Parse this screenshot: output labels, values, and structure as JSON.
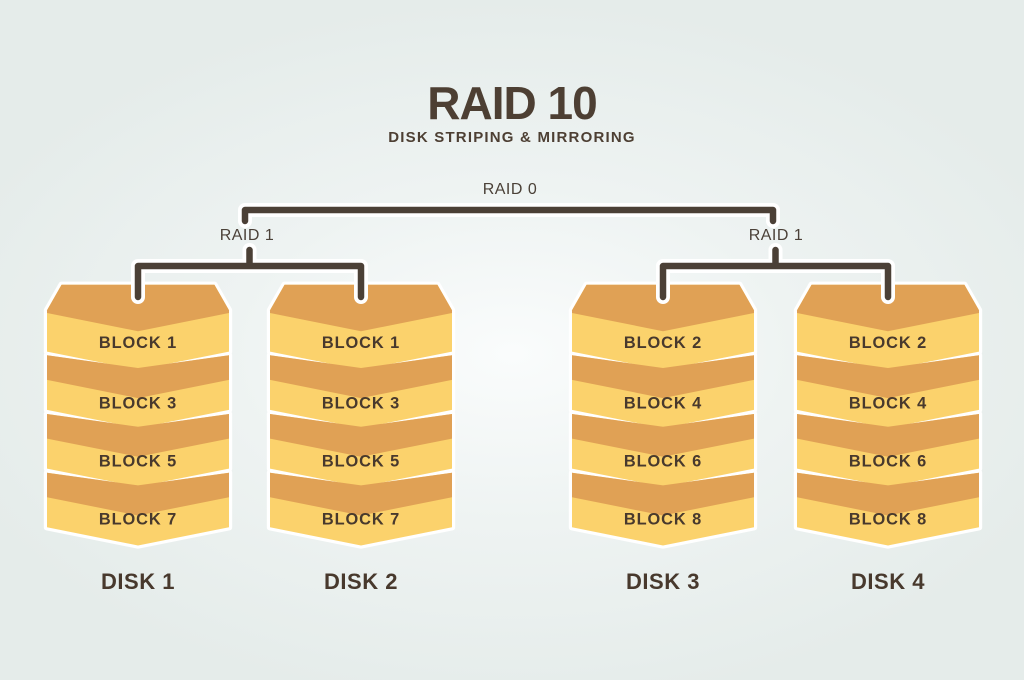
{
  "title": "RAID 10",
  "subtitle": "DISK STRIPING & MIRRORING",
  "raid0": {
    "label": "RAID 0"
  },
  "groups": [
    {
      "raid1_label": "RAID 1",
      "disks": [
        {
          "name": "DISK 1",
          "blocks": [
            "BLOCK 1",
            "BLOCK 3",
            "BLOCK 5",
            "BLOCK 7"
          ]
        },
        {
          "name": "DISK 2",
          "blocks": [
            "BLOCK 1",
            "BLOCK 3",
            "BLOCK 5",
            "BLOCK 7"
          ]
        }
      ]
    },
    {
      "raid1_label": "RAID 1",
      "disks": [
        {
          "name": "DISK 3",
          "blocks": [
            "BLOCK 2",
            "BLOCK 4",
            "BLOCK 6",
            "BLOCK 8"
          ]
        },
        {
          "name": "DISK 4",
          "blocks": [
            "BLOCK 2",
            "BLOCK 4",
            "BLOCK 6",
            "BLOCK 8"
          ]
        }
      ]
    }
  ],
  "colors": {
    "background_edge": "#e5ecea",
    "background_center": "#fafcfc",
    "platter_top": "#e0a155",
    "platter_face": "#fbd26c",
    "outline": "#ffffff",
    "connector": "#4b4036",
    "connector_text": "#4b4138",
    "text_dark": "#4d3f33",
    "block_text": "#48392d"
  }
}
